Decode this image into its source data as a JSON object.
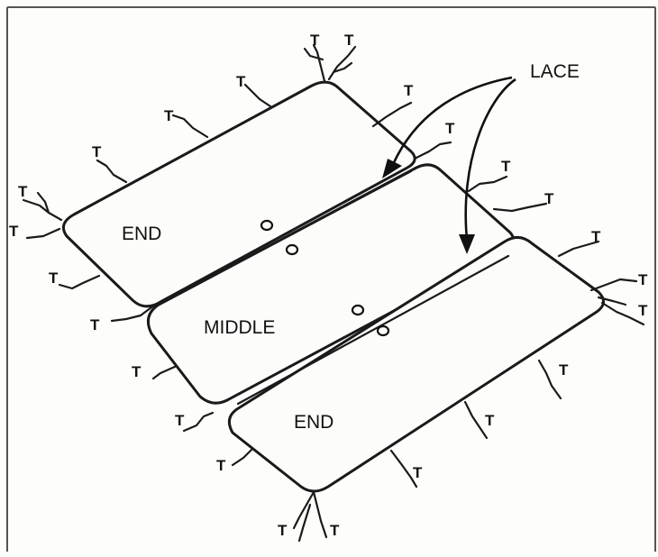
{
  "panels": {
    "top_end_label": "END",
    "middle_label": "MIDDLE",
    "bottom_end_label": "END"
  },
  "callout": {
    "lace_label": "LACE"
  },
  "tie_marker": "T"
}
